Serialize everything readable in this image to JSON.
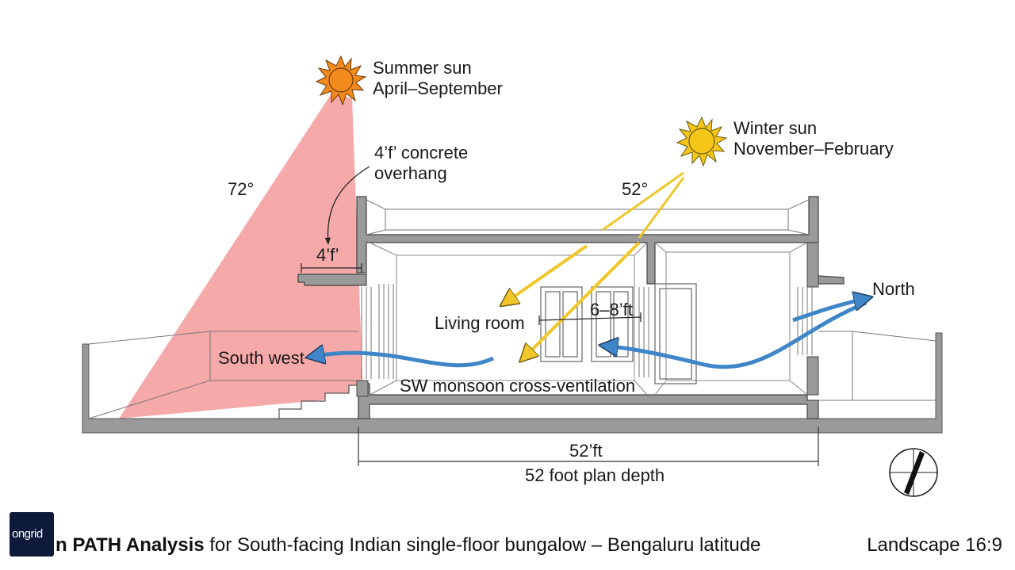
{
  "labels": {
    "summer_sun_line1": "Summer sun",
    "summer_sun_line2": "April–September",
    "winter_sun_line1": "Winter sun",
    "winter_sun_line2": "November–February",
    "summer_angle": "72°",
    "winter_angle": "52°",
    "overhang_line1": "4’f’ concrete",
    "overhang_line2": "overhang",
    "overhang_dim": "4’f’",
    "living_room": "Living room",
    "height_dim": "6–8’ft",
    "south_west": "South west",
    "north": "North",
    "ventilation": "SW monsoon cross-ventilation",
    "depth_dim": "52’ft",
    "depth_caption": "52 foot plan depth"
  },
  "footer": {
    "title_bold": "n PATH Analysis",
    "title_rest": " for South-facing Indian single-floor bungalow – Bengaluru latitude",
    "format": "Landscape 16:9"
  },
  "logo": {
    "text": "ongrid"
  },
  "colors": {
    "summer_sun": "#f28a1c",
    "winter_sun": "#f5c518",
    "summer_rays": "#f59a9a",
    "winter_rays": "#f0c72a",
    "airflow": "#3f86c8",
    "structure": "#9a9a9a",
    "logo_bg": "#0d1a3a"
  }
}
